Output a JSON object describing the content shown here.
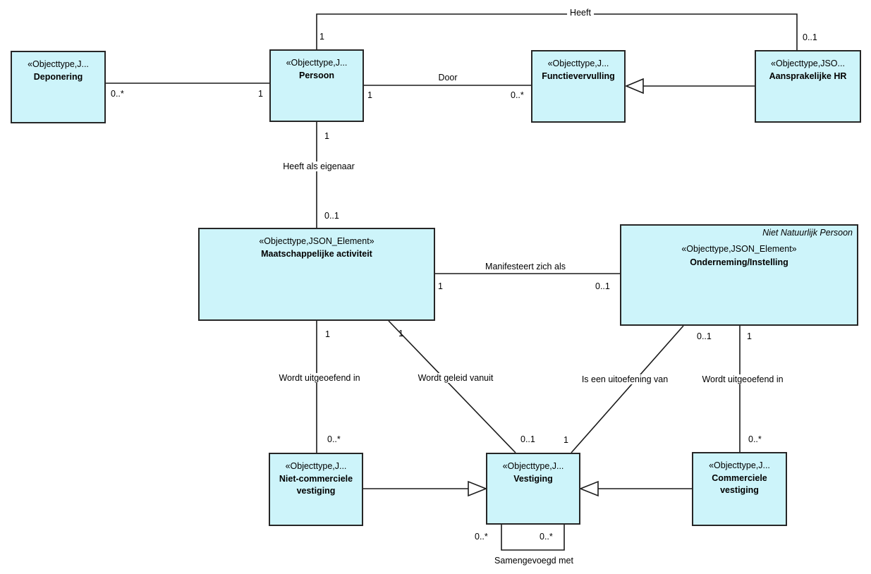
{
  "diagram": {
    "kind": "uml-class-diagram",
    "box_fill": "#cdf4fa",
    "box_border": "#262626",
    "line_color": "#1a1a1a"
  },
  "entities": {
    "deponering": {
      "stereotype": "«Objecttype,J...",
      "name": "Deponering"
    },
    "persoon": {
      "stereotype": "«Objecttype,J...",
      "name": "Persoon"
    },
    "functievervulling": {
      "stereotype": "«Objecttype,J...",
      "name": "Functievervulling"
    },
    "aansprakelijke_hr": {
      "stereotype": "«Objecttype,JSO...",
      "name": "Aansprakelijke HR"
    },
    "maatschappelijke_activiteit": {
      "stereotype": "«Objecttype,JSON_Element»",
      "name": "Maatschappelijke activiteit"
    },
    "onderneming_instelling": {
      "stereotype": "«Objecttype,JSON_Element»",
      "name": "Onderneming/Instelling",
      "heading": "Niet Natuurlijk Persoon"
    },
    "niet_commerciele_vestiging": {
      "stereotype": "«Objecttype,J...",
      "name": "Niet-commerciele vestiging"
    },
    "vestiging": {
      "stereotype": "«Objecttype,J...",
      "name": "Vestiging"
    },
    "commerciele_vestiging": {
      "stereotype": "«Objecttype,J...",
      "name": "Commerciele vestiging"
    }
  },
  "associations": {
    "heeft": {
      "label": "Heeft",
      "mult_persoon": "1",
      "mult_aansprakelijke_hr": "0..1"
    },
    "deponering_persoon": {
      "mult_deponering": "0..*",
      "mult_persoon": "1"
    },
    "door": {
      "label": "Door",
      "mult_persoon": "1",
      "mult_functievervulling": "0..*"
    },
    "heeft_als_eigenaar": {
      "label": "Heeft als eigenaar",
      "mult_persoon": "1",
      "mult_activiteit": "0..1"
    },
    "manifesteert_zich_als": {
      "label": "Manifesteert zich als",
      "mult_activiteit": "1",
      "mult_onderneming": "0..1"
    },
    "wordt_uitgeoefend_in_links": {
      "label": "Wordt uitgeoefend in",
      "mult_activiteit": "1",
      "mult_vestiging": "0..*"
    },
    "wordt_geleid_vanuit": {
      "label": "Wordt geleid vanuit",
      "mult_activiteit": "1",
      "mult_vestiging": "0..1"
    },
    "is_een_uitoefening_van": {
      "label": "Is een uitoefening van",
      "mult_onderneming": "0..1",
      "mult_vestiging": "1"
    },
    "wordt_uitgeoefend_in_rechts": {
      "label": "Wordt uitgeoefend in",
      "mult_onderneming": "1",
      "mult_vestiging": "0..*"
    },
    "samengevoegd_met": {
      "label": "Samengevoegd met",
      "mult_links": "0..*",
      "mult_rechts": "0..*"
    }
  }
}
